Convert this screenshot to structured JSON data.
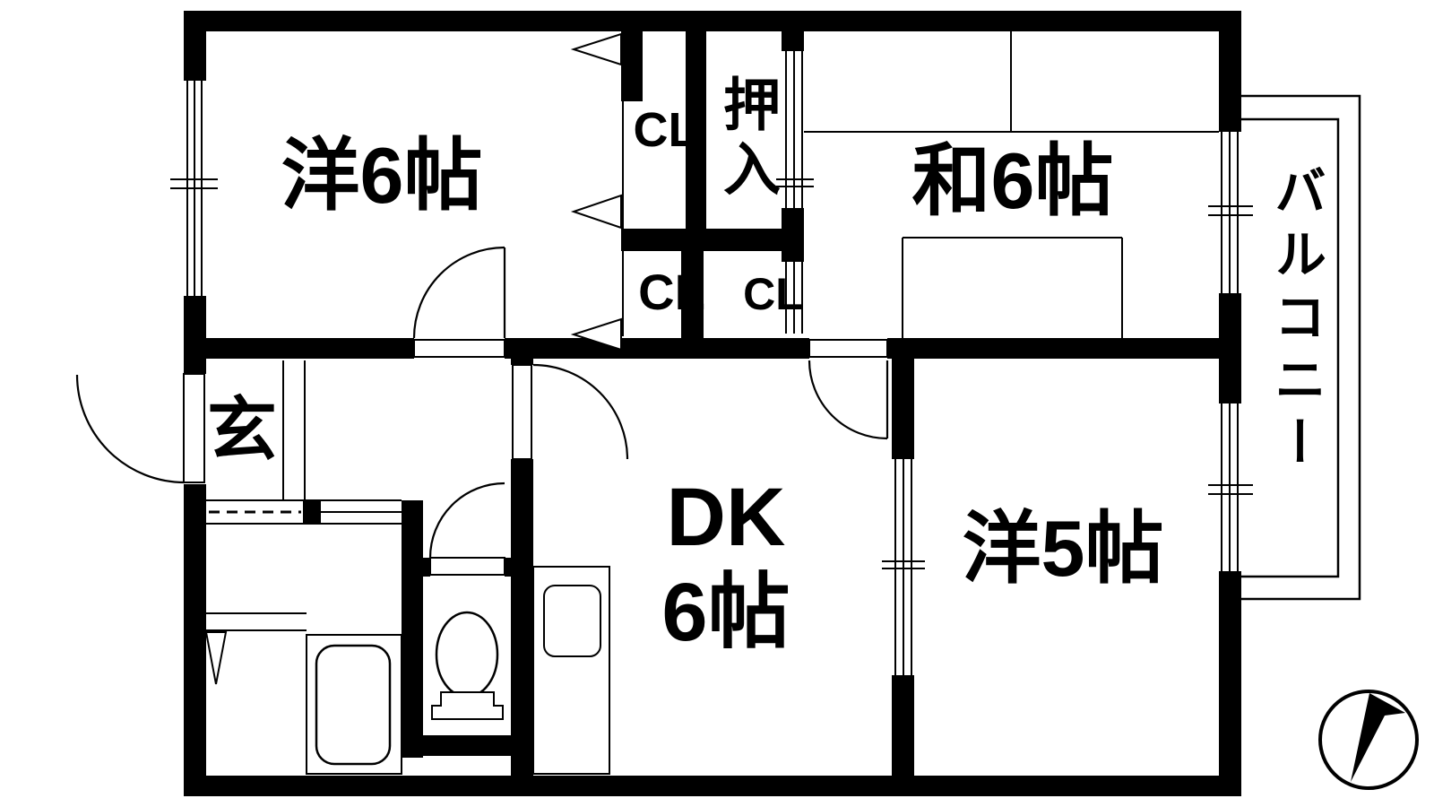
{
  "colors": {
    "ink": "#000000",
    "paper": "#ffffff"
  },
  "rooms": {
    "western6": {
      "label": "洋6帖"
    },
    "japanese6": {
      "label": "和6帖"
    },
    "western5": {
      "label": "洋5帖"
    },
    "dk": {
      "line1": "DK",
      "line2": "6帖"
    },
    "entrance": {
      "label": "玄"
    },
    "oshiire": {
      "label": "押入"
    },
    "balcony": {
      "label": "バルコニー"
    },
    "closet_top": {
      "label": "CL"
    },
    "closet_mid_left": {
      "label": "CL"
    },
    "closet_mid_right": {
      "label": "CL"
    }
  },
  "annotations": {
    "compass": "north-arrow"
  }
}
